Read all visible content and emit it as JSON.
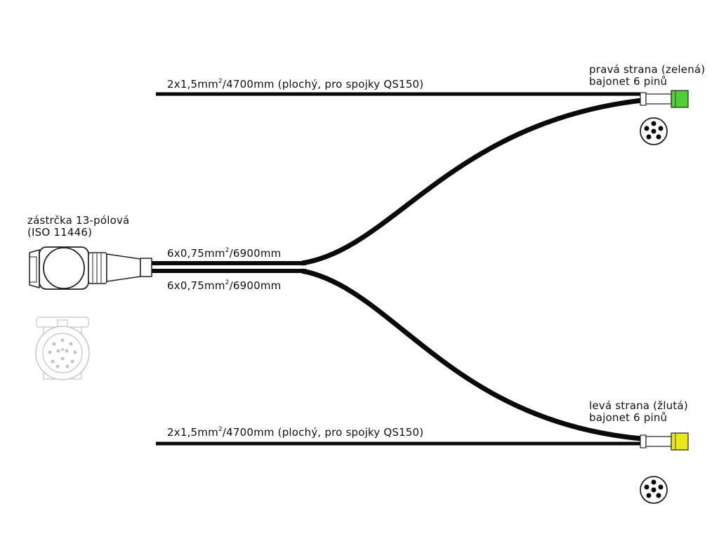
{
  "colors": {
    "cable": "#0a0a0a",
    "green_connector": "#4fd134",
    "yellow_connector": "#ece71a",
    "outline": "#222222",
    "faded_outline": "#c4c4c4",
    "background": "#ffffff"
  },
  "plug": {
    "label_line1": "zástrčka 13-pólová",
    "label_line2": "(ISO 11446)"
  },
  "main_cable": {
    "upper_prefix": "6x0,75mm",
    "upper_sup": "2",
    "upper_suffix": "/6900mm",
    "lower_prefix": "6x0,75mm",
    "lower_sup": "2",
    "lower_suffix": "/6900mm"
  },
  "flat_cable_top": {
    "prefix": "2x1,5mm",
    "sup": "2",
    "suffix": "/4700mm (plochý, pro spojky QS150)"
  },
  "flat_cable_bottom": {
    "prefix": "2x1,5mm",
    "sup": "2",
    "suffix": "/4700mm (plochý, pro spojky QS150)"
  },
  "right_connector": {
    "label_line1": "pravá  strana (zelená)",
    "label_line2": "bajonet 6 pinů"
  },
  "left_connector": {
    "label_line1": "levá  strana (žlutá)",
    "label_line2": "bajonet 6 pinů"
  }
}
